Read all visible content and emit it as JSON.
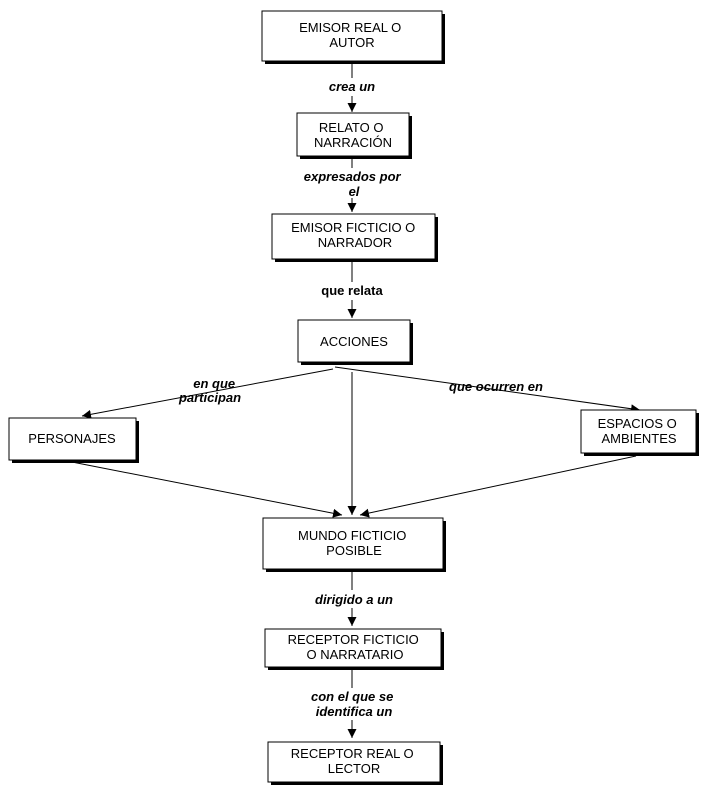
{
  "nodes": {
    "emisor_real": [
      "EMISOR REAL O",
      "AUTOR"
    ],
    "relato": [
      "RELATO O",
      "NARRACIÓN"
    ],
    "emisor_ficticio": [
      "EMISOR FICTICIO O",
      "NARRADOR"
    ],
    "acciones": [
      "ACCIONES"
    ],
    "personajes": [
      "PERSONAJES"
    ],
    "espacios": [
      "ESPACIOS O",
      "AMBIENTES"
    ],
    "mundo": [
      "MUNDO FICTICIO",
      "POSIBLE"
    ],
    "receptor_ficticio": [
      "RECEPTOR FICTICIO",
      "O NARRATARIO"
    ],
    "receptor_real": [
      "RECEPTOR REAL O",
      "LECTOR"
    ]
  },
  "links": {
    "crea_un": [
      "crea un"
    ],
    "expresados_por": [
      "expresados por",
      "el"
    ],
    "que_relata": [
      "que relata"
    ],
    "en_que_participan": [
      "en que",
      "participan"
    ],
    "que_ocurren_en": [
      "que ocurren en"
    ],
    "dirigido_a_un": [
      "dirigido a un"
    ],
    "con_el_que_se": [
      "con el que se",
      "identifica un"
    ]
  }
}
